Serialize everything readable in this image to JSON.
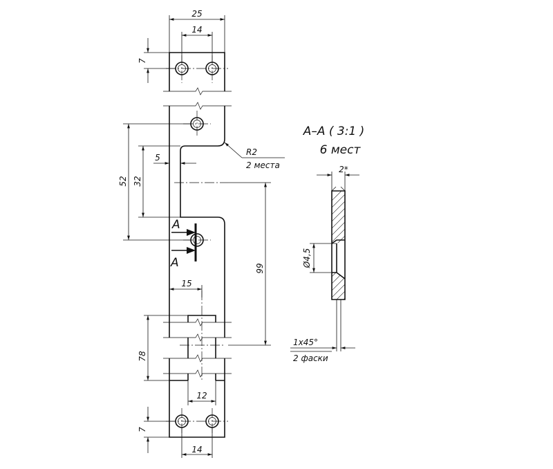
{
  "dimensions": {
    "width_overall": "25",
    "hole_spacing_top": "14",
    "hole_offset_top": "7",
    "step_width": "5",
    "dist_52": "52",
    "dist_32": "32",
    "dist_99": "99",
    "dist_15": "15",
    "dist_78": "78",
    "slot_width": "12",
    "hole_offset_bottom": "7",
    "hole_spacing_bottom": "14"
  },
  "annotations": {
    "radius": "R2",
    "radius_note": "2 места",
    "section_marker_top": "A",
    "section_marker_bottom": "A",
    "section_title": "A–A ( 3:1 )",
    "section_count": "6 мест",
    "chamfer_size": "2*",
    "hole_diameter": "Ø4,5",
    "chamfer_spec": "1x45°",
    "chamfer_note": "2 фаски"
  }
}
